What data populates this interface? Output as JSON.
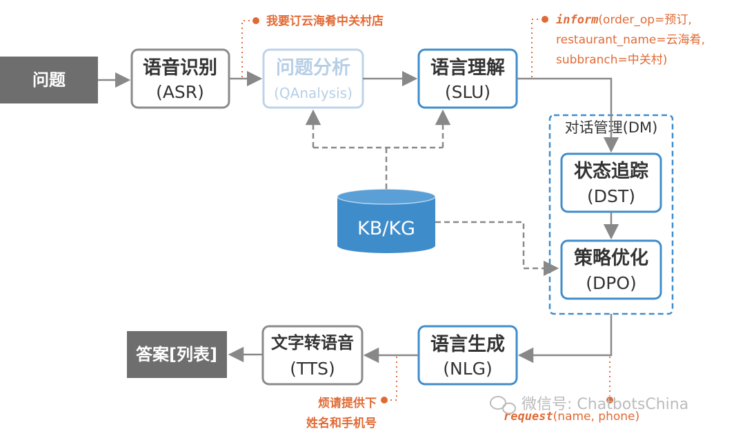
{
  "input": {
    "label": "问题"
  },
  "output": {
    "label": "答案[列表]"
  },
  "asr": {
    "title": "语音识别",
    "sub": "(ASR)"
  },
  "qa": {
    "title": "问题分析",
    "sub": "(QAnalysis)"
  },
  "slu": {
    "title": "语言理解",
    "sub": "(SLU)"
  },
  "dm": {
    "label": "对话管理(DM)"
  },
  "dst": {
    "title": "状态追踪",
    "sub": "(DST)"
  },
  "dpo": {
    "title": "策略优化",
    "sub": "(DPO)"
  },
  "nlg": {
    "title": "语言生成",
    "sub": "(NLG)"
  },
  "tts": {
    "title": "文字转语音",
    "sub": "(TTS)"
  },
  "kb": {
    "label": "KB/KG"
  },
  "notes": {
    "asr_output": "我要订云海肴中关村店",
    "slu_keyword": "inform",
    "slu_line1": "(order_op=预订,",
    "slu_line2": "restaurant_name=云海肴,",
    "slu_line3": "subbranch=中关村)",
    "nlg_line1": "烦请提供下",
    "nlg_line2": "姓名和手机号",
    "dm_keyword": "request",
    "dm_args": "(name, phone)"
  },
  "watermark": "微信号: ChatbotsChina",
  "colors": {
    "blue": "#3f8ccb",
    "gray": "#888888",
    "dark": "#6e6e6e",
    "orange": "#e06a35",
    "faded": "#bcd3e8"
  }
}
